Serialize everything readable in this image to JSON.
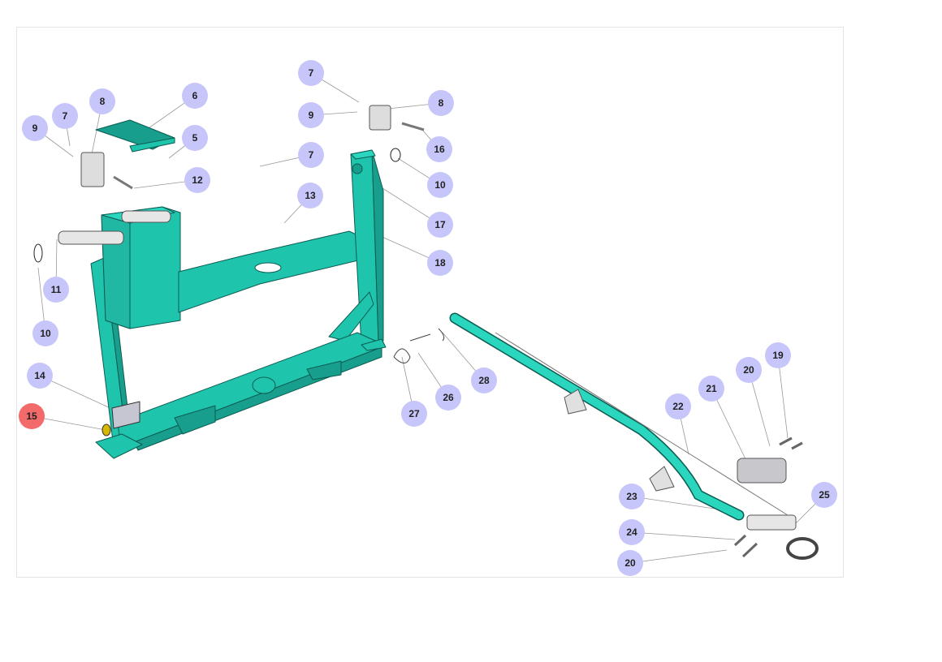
{
  "diagram": {
    "highlight_color": "#f26a6a",
    "callout_color": "#c6c6fb",
    "part_color": "#1fc4ad",
    "callouts": [
      {
        "label": "9"
      },
      {
        "label": "7"
      },
      {
        "label": "8"
      },
      {
        "label": "6"
      },
      {
        "label": "5"
      },
      {
        "label": "12"
      },
      {
        "label": "7"
      },
      {
        "label": "9"
      },
      {
        "label": "8"
      },
      {
        "label": "16"
      },
      {
        "label": "7"
      },
      {
        "label": "13"
      },
      {
        "label": "10"
      },
      {
        "label": "17"
      },
      {
        "label": "18"
      },
      {
        "label": "11"
      },
      {
        "label": "10"
      },
      {
        "label": "14"
      },
      {
        "label": "15",
        "selected": true
      },
      {
        "label": "27"
      },
      {
        "label": "26"
      },
      {
        "label": "28"
      },
      {
        "label": "19"
      },
      {
        "label": "20"
      },
      {
        "label": "21"
      },
      {
        "label": "22"
      },
      {
        "label": "23"
      },
      {
        "label": "25"
      },
      {
        "label": "24"
      },
      {
        "label": "20"
      }
    ]
  }
}
